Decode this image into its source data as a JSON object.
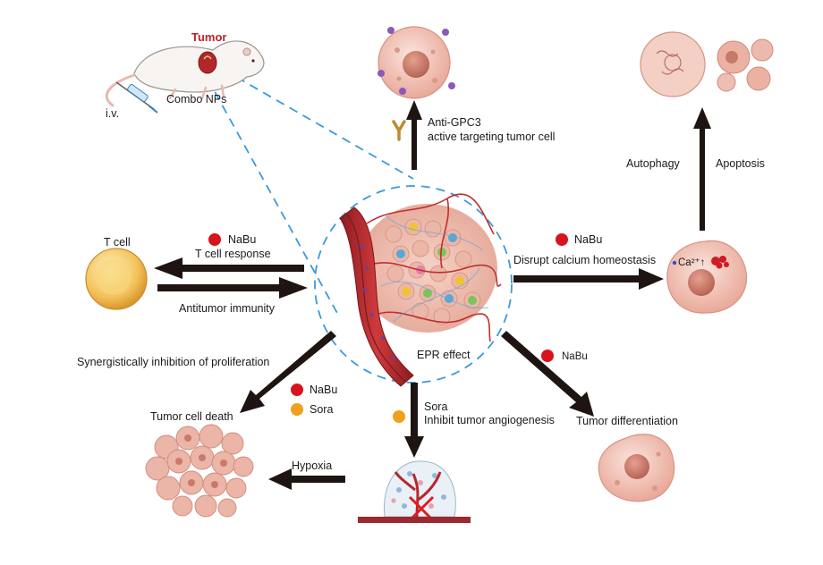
{
  "diagram": {
    "mouse": {
      "tumor_label": "Tumor",
      "nps_label": "Combo NPs",
      "route_label": "i.v."
    },
    "targeting": {
      "line1": "Anti-GPC3",
      "line2": "active targeting tumor cell"
    },
    "cell_fate": {
      "autophagy": "Autophagy",
      "apoptosis": "Apoptosis"
    },
    "calcium": {
      "drug": "NaBu",
      "text": "Disrupt calcium homeostasis",
      "ion_label": "Ca²⁺↑"
    },
    "t_cell": {
      "title": "T cell",
      "drug": "NaBu",
      "response": "T cell response",
      "immunity": "Antitumor immunity"
    },
    "center": {
      "epr": "EPR effect"
    },
    "proliferation": {
      "text": "Synergistically inhibition of proliferation",
      "drug1": "NaBu",
      "drug2": "Sora",
      "result": "Tumor cell death"
    },
    "angiogenesis": {
      "drug": "Sora",
      "text": "Inhibit tumor angiogenesis",
      "hypoxia": "Hypoxia"
    },
    "differentiation": {
      "drug": "NaBu",
      "text": "Tumor differentiation"
    },
    "colors": {
      "nabu": "#d7141e",
      "sora": "#f0a01a",
      "arrow": "#1e1512",
      "dash": "#3a9ad9",
      "vessel": "#b8262a",
      "cell": "#eebcae",
      "tcell": "#f3c15a"
    }
  }
}
